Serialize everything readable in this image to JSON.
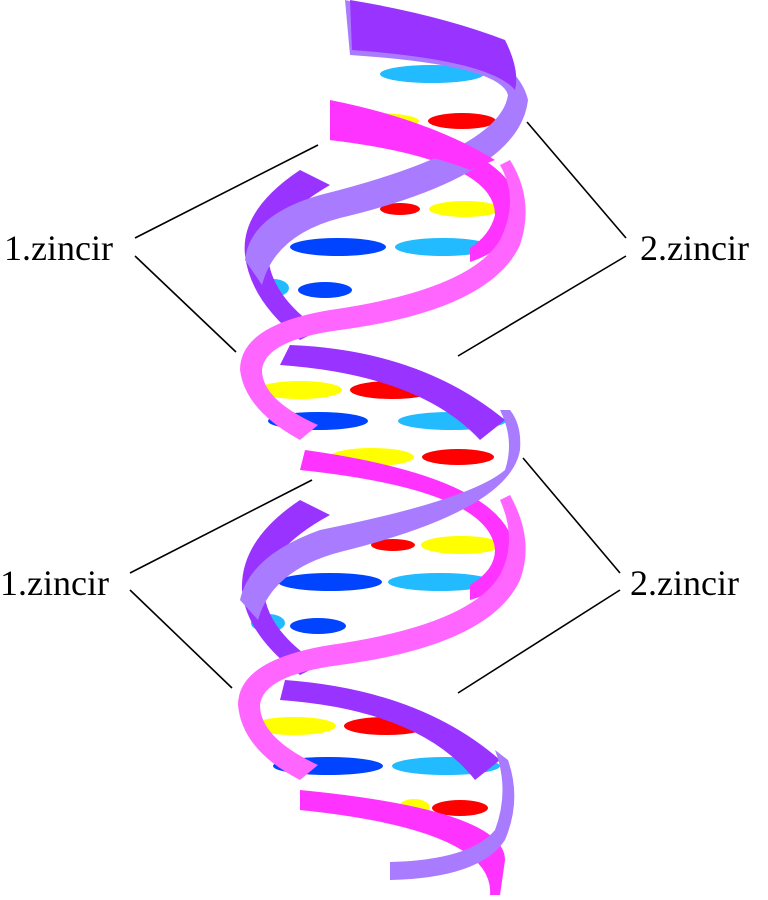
{
  "labels": {
    "strand_1_top": "1.zincir",
    "strand_2_top": "2.zincir",
    "strand_1_bottom": "1.zincir",
    "strand_2_bottom": "2.zincir"
  },
  "colors": {
    "strand_1_violet": "#9933ff",
    "strand_1_violet_light": "#a97cff",
    "strand_2_magenta": "#ff33ff",
    "strand_2_magenta_light": "#ff66ff",
    "base_yellow": "#ffff00",
    "base_red": "#ff0000",
    "base_blue": "#0044ff",
    "base_cyan": "#22bbff"
  }
}
